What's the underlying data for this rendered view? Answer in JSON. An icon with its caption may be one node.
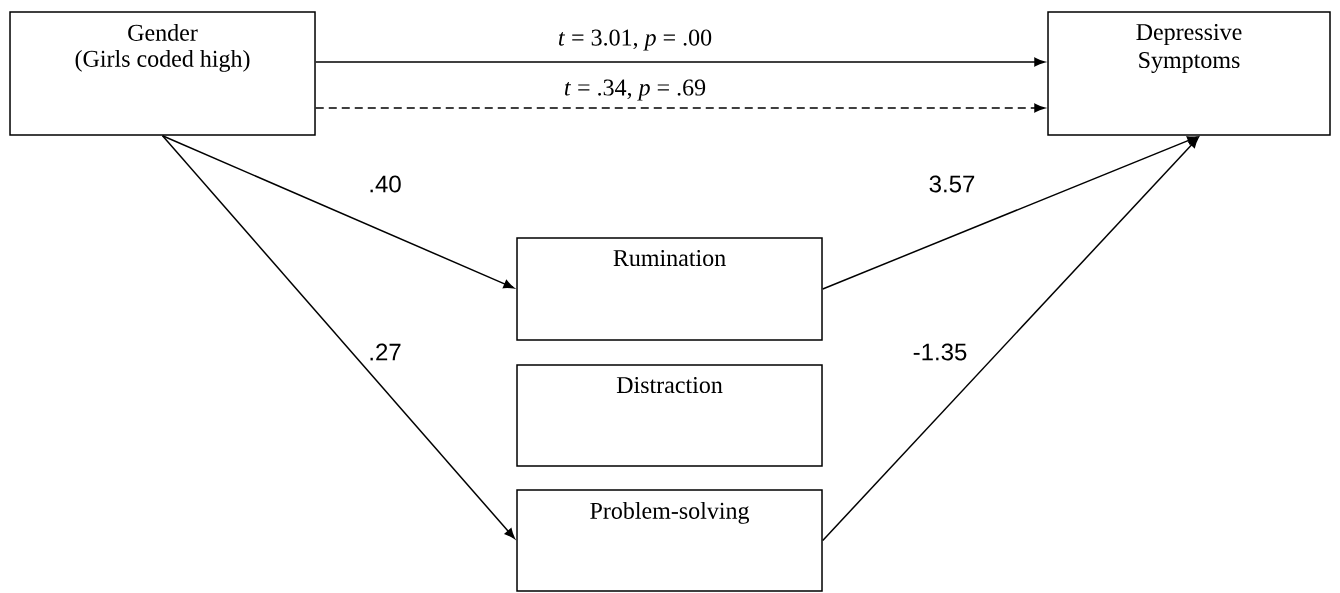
{
  "diagram": {
    "nodes": [
      {
        "text": [
          "Gender",
          "(Girls coded high)"
        ]
      },
      {
        "text": [
          "Depressive Symptoms"
        ]
      },
      {
        "text": [
          "Rumination"
        ]
      },
      {
        "text": [
          "Distraction"
        ]
      },
      {
        "text": [
          "Problem-solving"
        ]
      }
    ],
    "edges": [
      {
        "from": 0,
        "to": 1,
        "arrow": "to",
        "label": "*t* = 3.01, *p* = .00"
      },
      {
        "from": 0,
        "to": 1,
        "arrow": "to",
        "label": "*t* = .34, *p* = .69",
        "style": "dashed"
      },
      {
        "from": 0,
        "to": 2,
        "arrow": "to",
        "label": ".40"
      },
      {
        "from": 0,
        "to": 4,
        "arrow": "to",
        "label": ".27"
      },
      {
        "from": 2,
        "to": 1,
        "arrow": "to",
        "label": "3.57"
      },
      {
        "from": 4,
        "to": 1,
        "arrow": "to",
        "label": "-1.35"
      }
    ]
  }
}
